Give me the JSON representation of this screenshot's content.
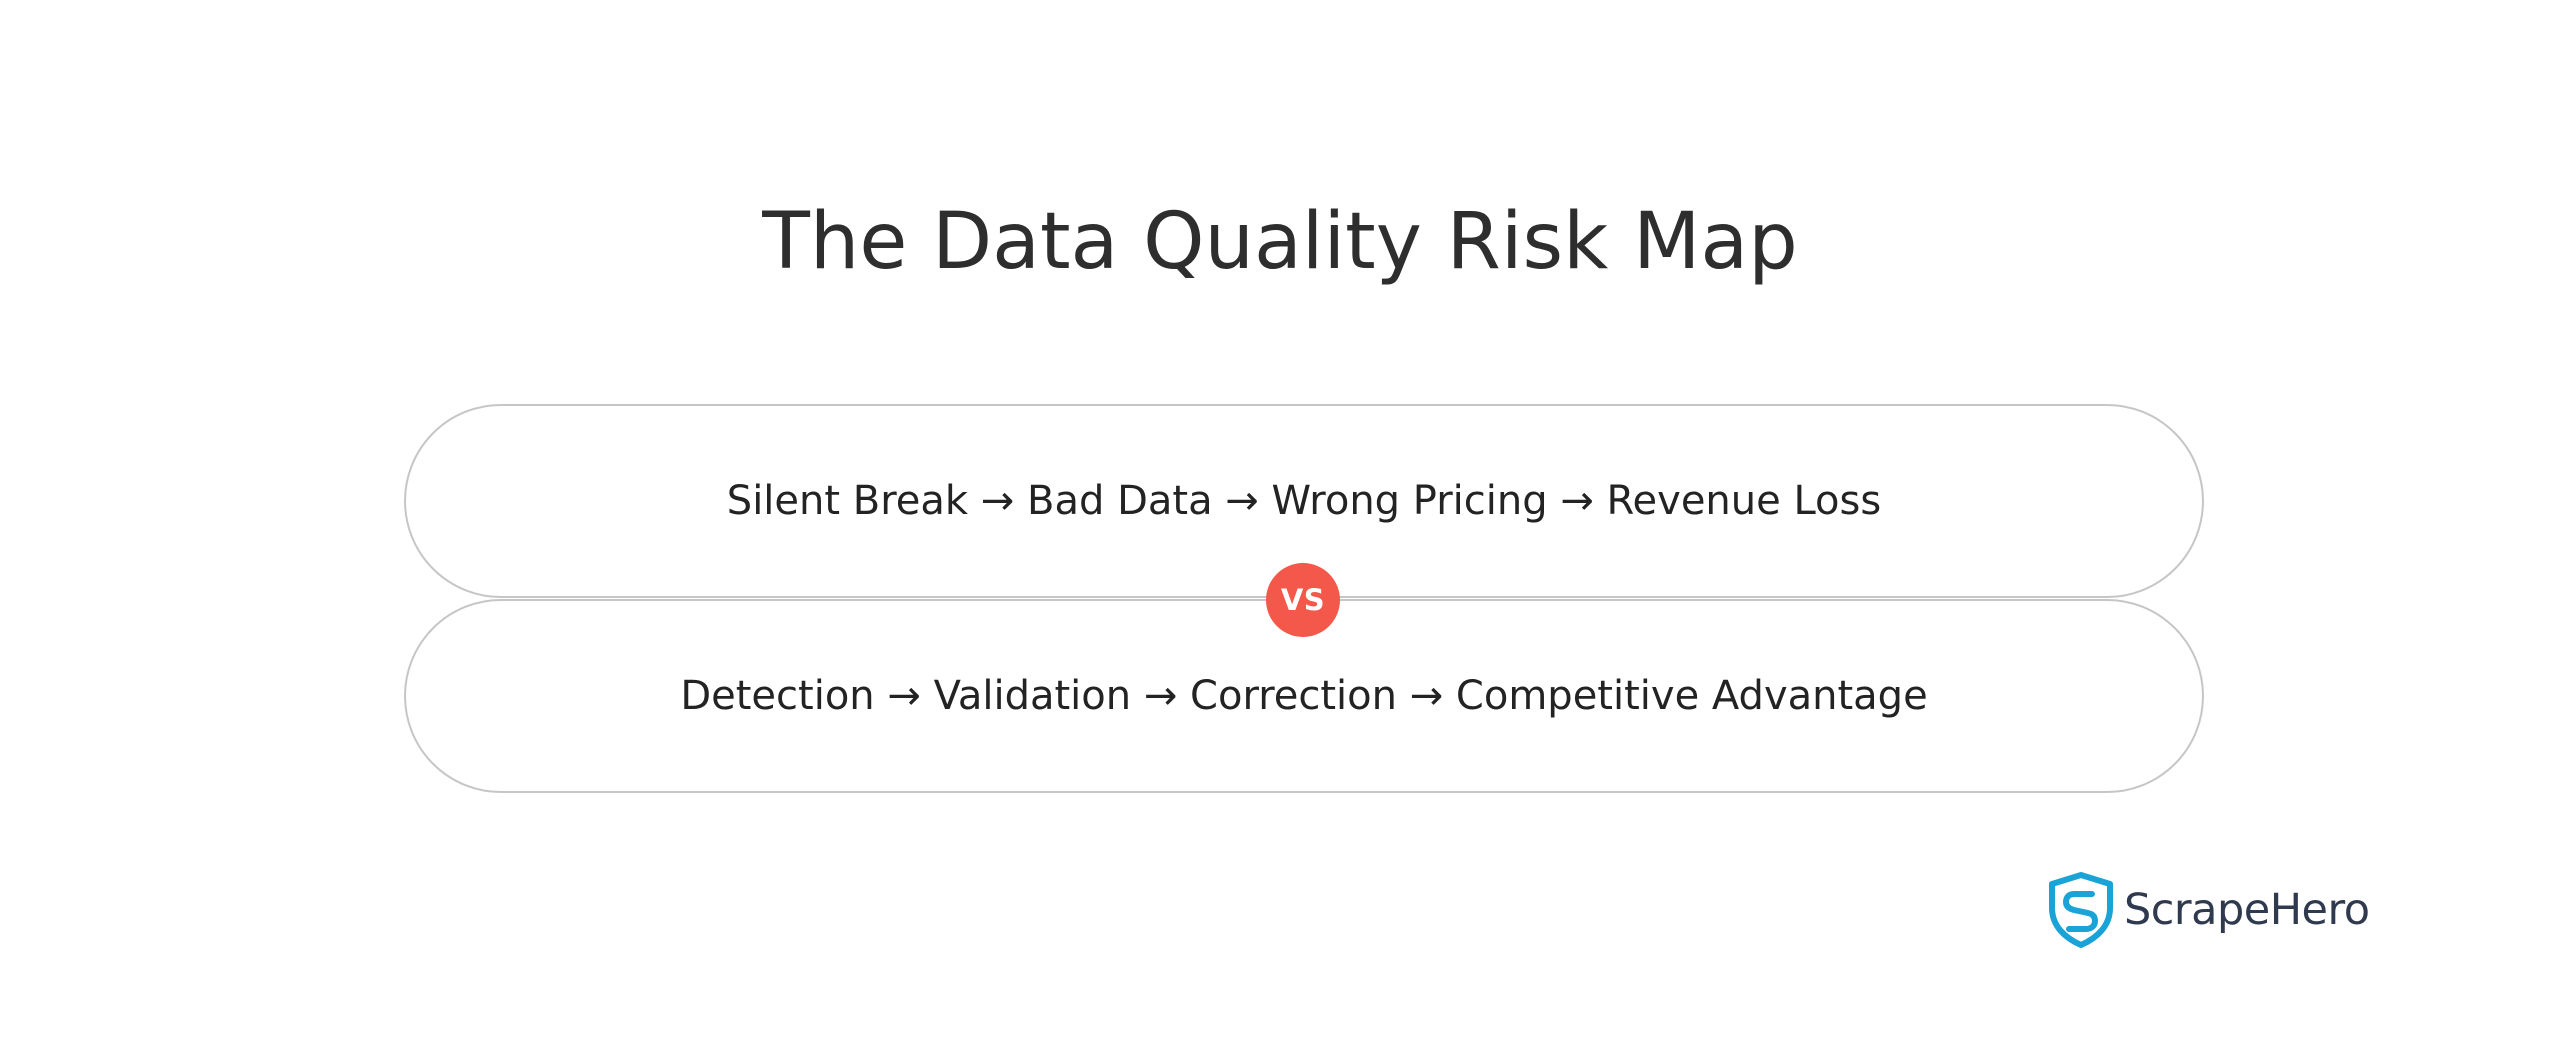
{
  "title": "The Data Quality Risk Map",
  "flows": {
    "risk": {
      "text": "Silent Break → Bad Data → Wrong Pricing → Revenue Loss"
    },
    "mitigation": {
      "text": "Detection → Validation → Correction → Competitive Advantage"
    }
  },
  "separator": {
    "label": "VS",
    "color": "#f4584a"
  },
  "brand": {
    "name": "ScrapeHero",
    "icon": "shield-s-logo-icon",
    "icon_color": "#1aa3d6"
  }
}
